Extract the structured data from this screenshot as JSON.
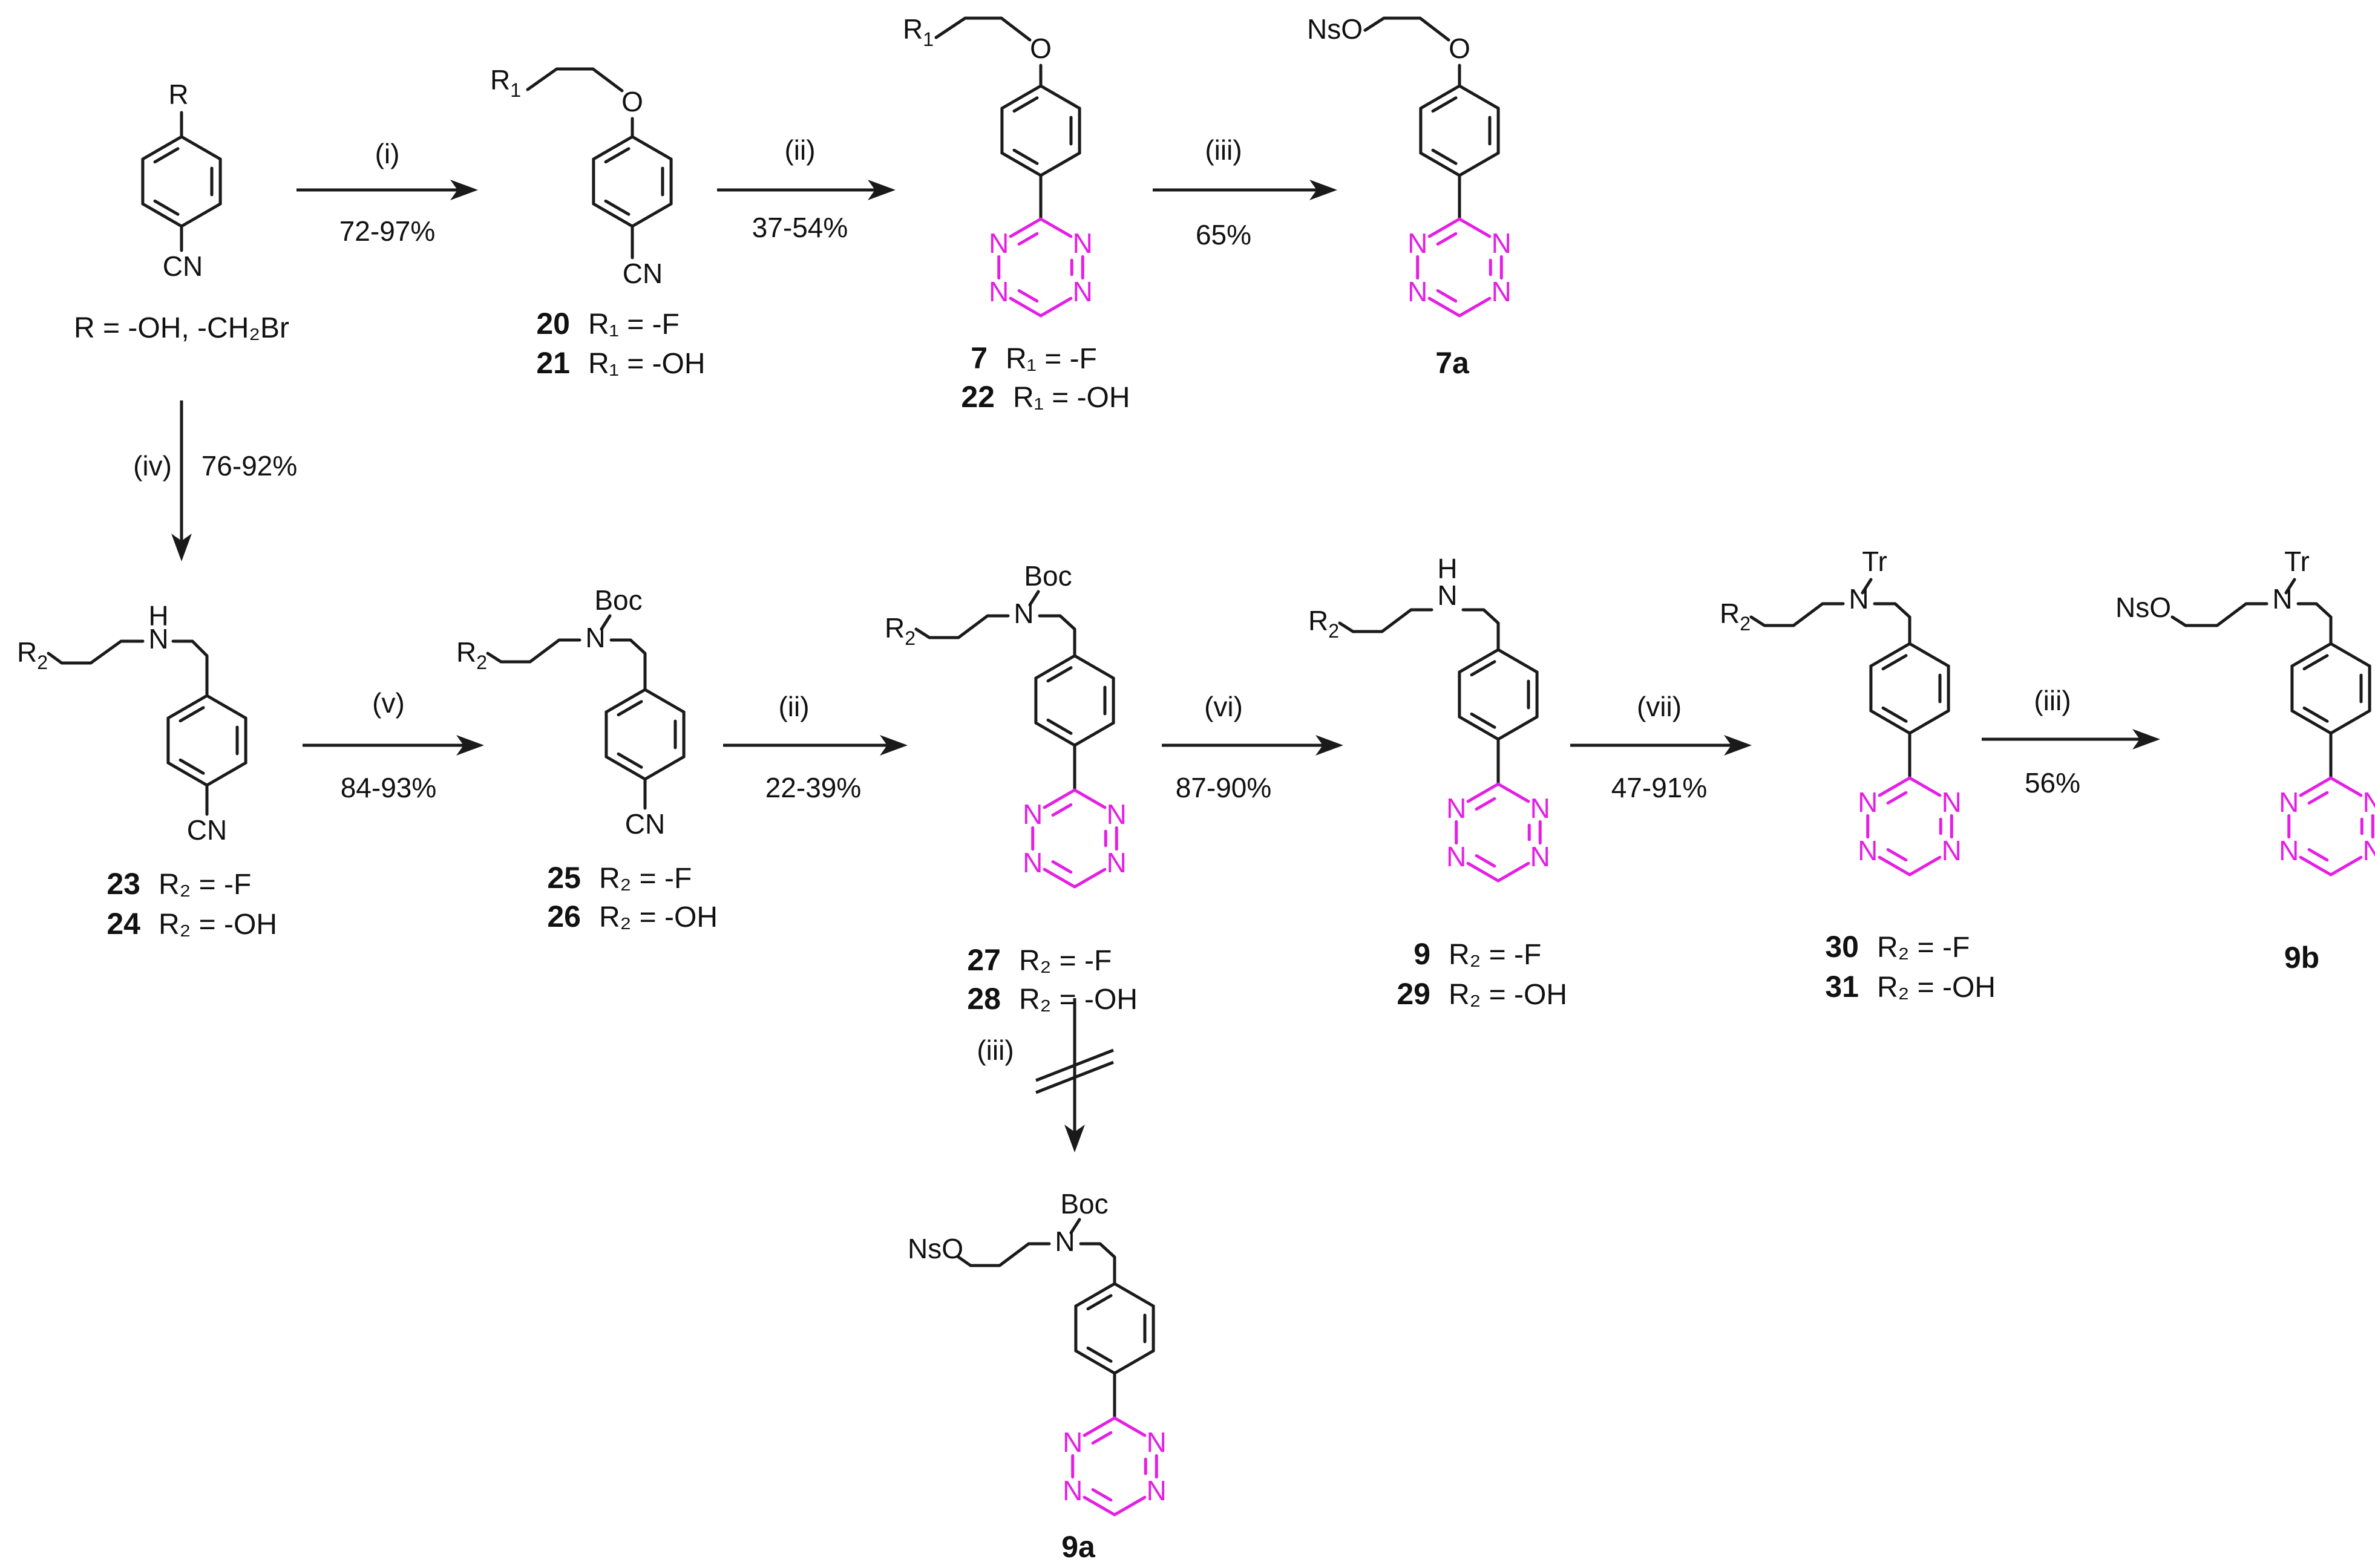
{
  "colors": {
    "tetrazine": "#e51de5",
    "bond": "#1a1a1a"
  },
  "atoms": {
    "R": "R",
    "CN": "CN",
    "O": "O",
    "N": "N",
    "H": "H",
    "Boc": "Boc",
    "Tr": "Tr",
    "NsO": "NsO",
    "R1": "R",
    "R1_sub": "1",
    "R2": "R",
    "R2_sub": "2"
  },
  "start_label": "R = -OH, -CH₂Br",
  "steps": [
    {
      "id": "i",
      "reagent": "(i)",
      "yield": "72-97%"
    },
    {
      "id": "ii_top",
      "reagent": "(ii)",
      "yield": "37-54%"
    },
    {
      "id": "iii_top",
      "reagent": "(iii)",
      "yield": "65%"
    },
    {
      "id": "iv",
      "reagent": "(iv)",
      "yield": "76-92%"
    },
    {
      "id": "v",
      "reagent": "(v)",
      "yield": "84-93%"
    },
    {
      "id": "ii_bot",
      "reagent": "(ii)",
      "yield": "22-39%"
    },
    {
      "id": "vi",
      "reagent": "(vi)",
      "yield": "87-90%"
    },
    {
      "id": "vii",
      "reagent": "(vii)",
      "yield": "47-91%"
    },
    {
      "id": "iii_bot",
      "reagent": "(iii)",
      "yield": "56%"
    },
    {
      "id": "iii_fail",
      "reagent": "(iii)",
      "yield": ""
    }
  ],
  "compounds": [
    {
      "num": "20",
      "def": "R₁ = -F"
    },
    {
      "num": "21",
      "def": "R₁ = -OH"
    },
    {
      "num": "7",
      "def": "R₁ = -F"
    },
    {
      "num": "22",
      "def": "R₁ = -OH"
    },
    {
      "num": "7a",
      "def": ""
    },
    {
      "num": "23",
      "def": "R₂ = -F"
    },
    {
      "num": "24",
      "def": "R₂ = -OH"
    },
    {
      "num": "25",
      "def": "R₂ = -F"
    },
    {
      "num": "26",
      "def": "R₂ = -OH"
    },
    {
      "num": "27",
      "def": "R₂ = -F"
    },
    {
      "num": "28",
      "def": "R₂ = -OH"
    },
    {
      "num": "9",
      "def": "R₂ = -F"
    },
    {
      "num": "29",
      "def": "R₂ = -OH"
    },
    {
      "num": "30",
      "def": "R₂ = -F"
    },
    {
      "num": "31",
      "def": "R₂ = -OH"
    },
    {
      "num": "9b",
      "def": ""
    },
    {
      "num": "9a",
      "def": ""
    }
  ]
}
